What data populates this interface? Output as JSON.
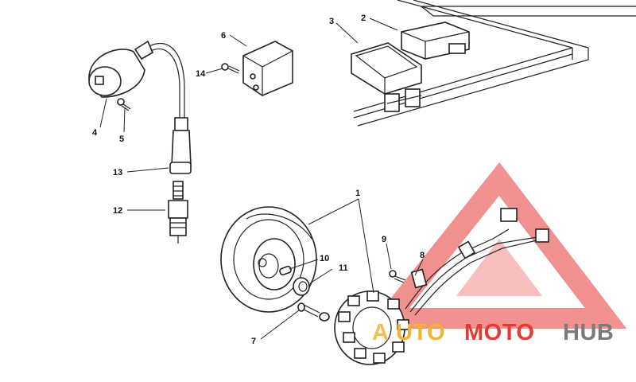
{
  "labels": {
    "p1": "1",
    "p2": "2",
    "p3": "3",
    "p4": "4",
    "p5": "5",
    "p6": "6",
    "p7": "7",
    "p8": "8",
    "p9": "9",
    "p10": "10",
    "p11": "11",
    "p12": "12",
    "p13": "13",
    "p14": "14"
  },
  "watermark": {
    "letter_a": "A",
    "word_part1": "UTO",
    "word_part2": "MOTO",
    "word_part3": "HUB",
    "color_red": "#e53935",
    "color_gray": "#7a7a7a",
    "color_gold": "#f2b233"
  }
}
